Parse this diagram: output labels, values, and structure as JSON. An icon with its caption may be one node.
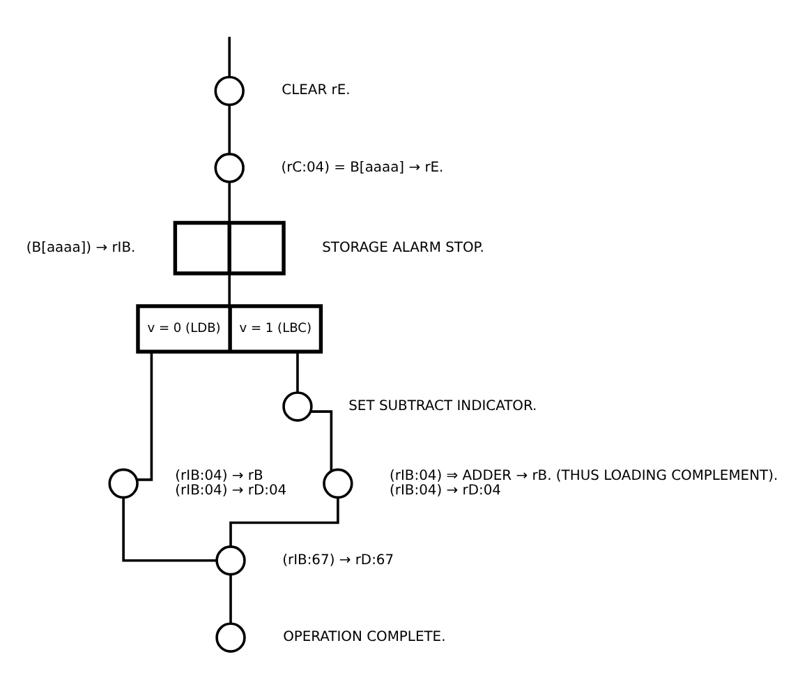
{
  "diagram": {
    "nodes": [
      {
        "text": [],
        "shape": "circle",
        "beside": [
          "CLEAR rE."
        ]
      },
      {
        "text": [],
        "shape": "circle",
        "beside": [
          "(rC:04) = B[aaaa] → rE."
        ]
      },
      {
        "text": [],
        "shape": "box",
        "beside": [
          "(B[aaaa]) → rIB.",
          "STORAGE ALARM STOP."
        ]
      },
      {
        "text": [
          "v = 0 (LDB)",
          "v = 1 (LBC)"
        ]
      },
      {
        "text": [],
        "shape": "circle",
        "beside": [
          "(rIB:04) → rB",
          "(rIB:04) → rD:04"
        ]
      },
      {
        "text": [],
        "shape": "circle",
        "beside": [
          "SET SUBTRACT INDICATOR."
        ]
      },
      {
        "text": [],
        "shape": "circle",
        "beside": [
          "(rIB:04) ⇒ ADDER → rB. (THUS LOADING COMPLEMENT).",
          "(rIB:04) → rD:04"
        ]
      },
      {
        "text": [],
        "shape": "circle",
        "beside": [
          "(rIB:67) → rD:67"
        ]
      },
      {
        "text": [],
        "shape": "circle",
        "beside": [
          "OPERATION COMPLETE."
        ]
      }
    ],
    "edges": [
      {
        "from": null,
        "to": 0,
        "arrow": "none"
      },
      {
        "from": 0,
        "to": 1,
        "arrow": "none"
      },
      {
        "from": 1,
        "to": 2,
        "arrow": "none"
      },
      {
        "from": 2,
        "to": 3,
        "arrow": "none"
      },
      {
        "from": 3,
        "to": 4,
        "arrow": "none"
      },
      {
        "from": 3,
        "to": 5,
        "arrow": "none"
      },
      {
        "from": 5,
        "to": 6,
        "arrow": "none"
      },
      {
        "from": 4,
        "to": 7,
        "arrow": "none"
      },
      {
        "from": 6,
        "to": 7,
        "arrow": "none"
      },
      {
        "from": 7,
        "to": 8,
        "arrow": "none"
      }
    ]
  }
}
